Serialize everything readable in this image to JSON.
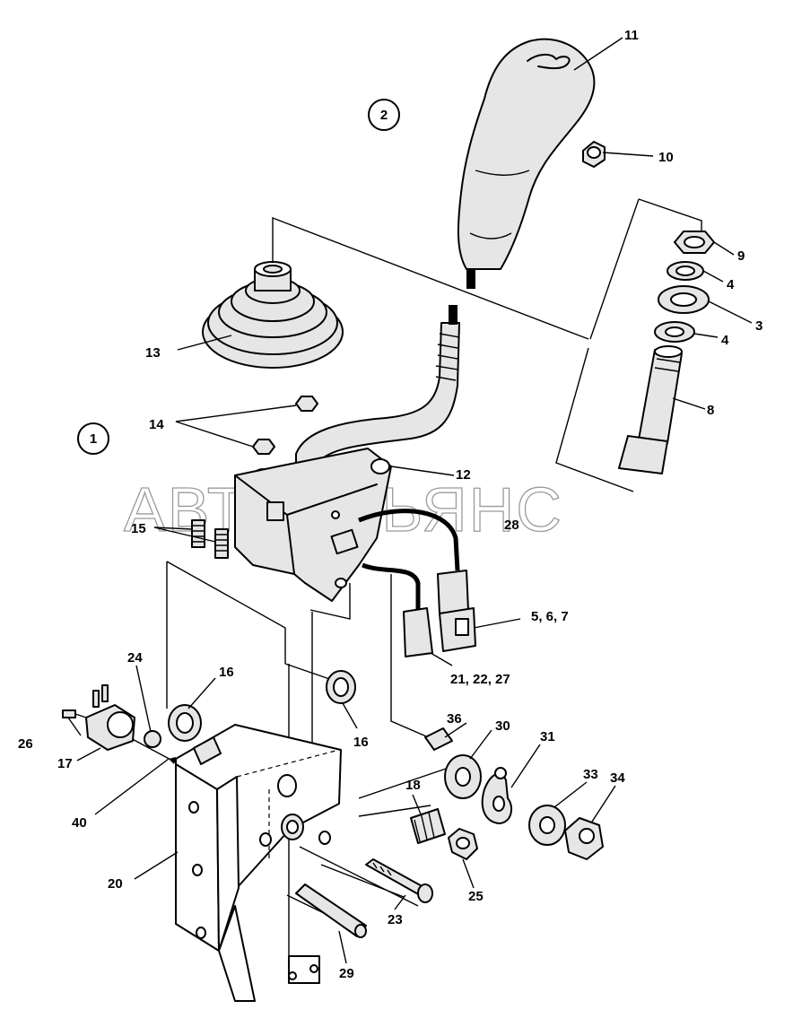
{
  "watermark": "АВТОАЛЬЯНС",
  "view_markers": [
    "1",
    "2"
  ],
  "callouts": {
    "c11": "11",
    "c10": "10",
    "c9": "9",
    "c4a": "4",
    "c3": "3",
    "c4b": "4",
    "c8": "8",
    "c13": "13",
    "c14": "14",
    "c12": "12",
    "c28": "28",
    "c15": "15",
    "c5": "5,  6,  7",
    "c21": "21, 22, 27",
    "c24": "24",
    "c16a": "16",
    "c16b": "16",
    "c36": "36",
    "c30": "30",
    "c31": "31",
    "c26": "26",
    "c17": "17",
    "c40": "40",
    "c18": "18",
    "c33": "33",
    "c34": "34",
    "c20": "20",
    "c25": "25",
    "c23": "23",
    "c29": "29"
  }
}
